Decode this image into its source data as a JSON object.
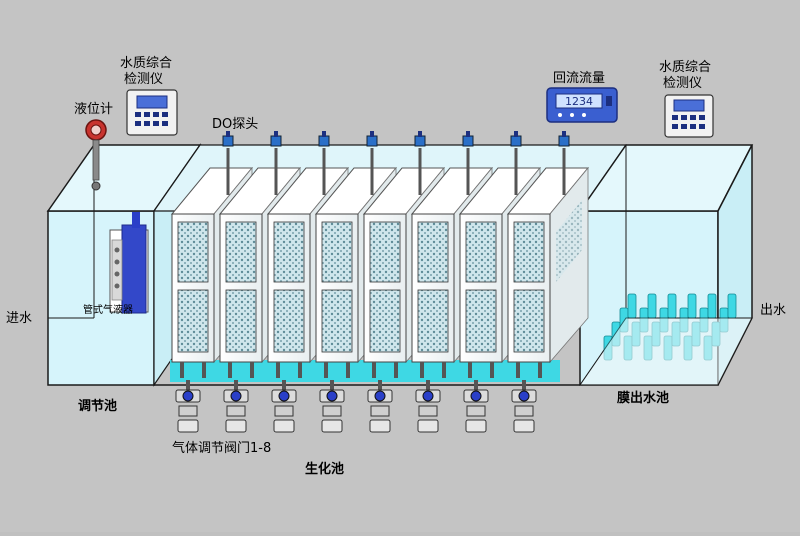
{
  "labels": {
    "level_gauge": "液位计",
    "wq_left_line1": "水质综合",
    "wq_left_line2": "检测仪",
    "do_probe": "DO探头",
    "return_flow": "回流流量",
    "flow_display": "1234",
    "wq_right_line1": "水质综合",
    "wq_right_line2": "检测仪",
    "inlet": "进水",
    "outlet": "出水",
    "regulation_tank": "调节池",
    "aerator_label": "管式气液器",
    "valves": "气体调节阀门1-8",
    "bio_tank": "生化池",
    "membrane_tank": "膜出水池"
  },
  "colors": {
    "background": "#c4c4c4",
    "water": "#d6f4fb",
    "tank_line": "#1a1a1a",
    "module": "#ffffff",
    "media": "#8fb6c2",
    "cyan": "#3ed8e4",
    "display": "#3a5fd0",
    "pump_blue": "#2a3fc8",
    "gauge_red": "#c8332e"
  },
  "counts": {
    "membrane_modules": 8,
    "valves": 8,
    "do_probes": 8
  }
}
